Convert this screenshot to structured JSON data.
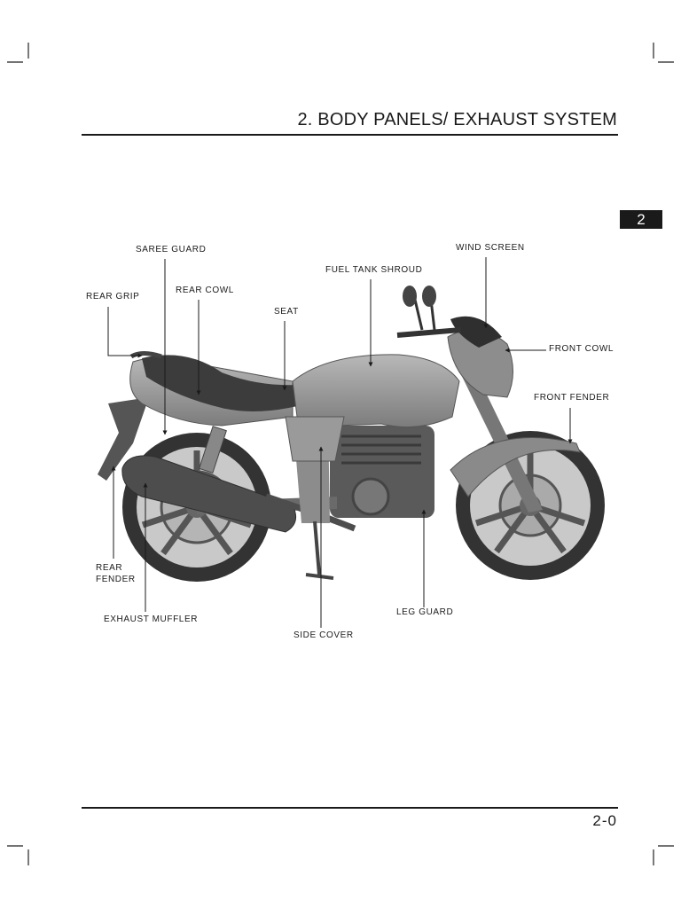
{
  "header": {
    "title": "2. BODY PANELS/ EXHAUST SYSTEM"
  },
  "chapter_tab": "2",
  "labels": {
    "saree_guard": "SAREE GUARD",
    "wind_screen": "WIND SCREEN",
    "fuel_tank_shroud": "FUEL TANK SHROUD",
    "rear_grip": "REAR GRIP",
    "rear_cowl": "REAR COWL",
    "seat": "SEAT",
    "front_cowl": "FRONT COWL",
    "front_fender": "FRONT FENDER",
    "rear_fender": "REAR\nFENDER",
    "exhaust_muffler": "EXHAUST MUFFLER",
    "leg_guard": "LEG GUARD",
    "side_cover": "SIDE COVER"
  },
  "footer": {
    "page_number": "2-0"
  }
}
